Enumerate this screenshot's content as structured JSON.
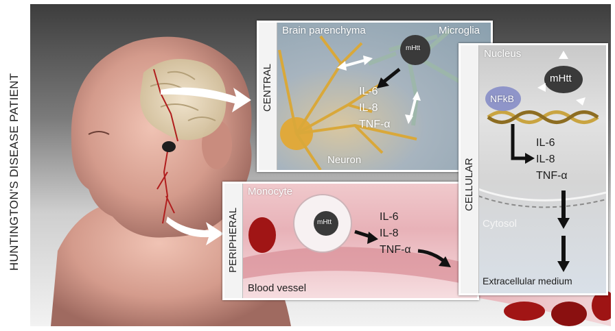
{
  "figure": {
    "side_title": "HUNTINGTON'S DISEASE PATIENT"
  },
  "central": {
    "label": "CENTRAL",
    "brain_parenchyma": "Brain parenchyma",
    "microglia": "Microglia",
    "mhtt": "mHtt",
    "neuron": "Neuron",
    "cytokines": [
      "IL-6",
      "IL-8",
      "TNF-α"
    ]
  },
  "peripheral": {
    "label": "PERIPHERAL",
    "monocyte": "Monocyte",
    "mhtt": "mHtt",
    "blood_vessel": "Blood vessel",
    "cytokines": [
      "IL-6",
      "IL-8",
      "TNF-α"
    ]
  },
  "cellular": {
    "label": "CELLULAR",
    "nucleus": "Nucleus",
    "mhtt": "mHtt",
    "nfkb": "NFkB",
    "cytokines": [
      "IL-6",
      "IL-8",
      "TNF-α"
    ],
    "cytosol": "Cytosol",
    "extracellular": "Extracellular medium"
  },
  "colors": {
    "skin": "#d9a99e",
    "vessel_red": "#b01d1d",
    "neuron_gold": "#d9a83a",
    "panel_border": "#ffffff"
  }
}
